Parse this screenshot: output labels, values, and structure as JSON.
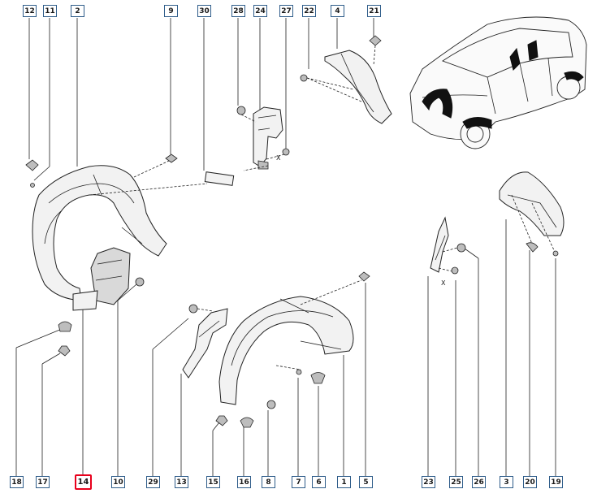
{
  "callouts_top": [
    {
      "id": "c12",
      "label": "12"
    },
    {
      "id": "c11",
      "label": "11"
    },
    {
      "id": "c2",
      "label": "2"
    },
    {
      "id": "c9",
      "label": "9"
    },
    {
      "id": "c30",
      "label": "30"
    },
    {
      "id": "c28",
      "label": "28"
    },
    {
      "id": "c24",
      "label": "24"
    },
    {
      "id": "c27",
      "label": "27"
    },
    {
      "id": "c22",
      "label": "22"
    },
    {
      "id": "c4",
      "label": "4"
    },
    {
      "id": "c21",
      "label": "21"
    }
  ],
  "callouts_bottom": [
    {
      "id": "c18",
      "label": "18"
    },
    {
      "id": "c17",
      "label": "17"
    },
    {
      "id": "c14",
      "label": "14"
    },
    {
      "id": "c10",
      "label": "10"
    },
    {
      "id": "c29",
      "label": "29"
    },
    {
      "id": "c13",
      "label": "13"
    },
    {
      "id": "c15",
      "label": "15"
    },
    {
      "id": "c16",
      "label": "16"
    },
    {
      "id": "c8",
      "label": "8"
    },
    {
      "id": "c7",
      "label": "7"
    },
    {
      "id": "c6",
      "label": "6"
    },
    {
      "id": "c1",
      "label": "1"
    },
    {
      "id": "c5",
      "label": "5"
    },
    {
      "id": "c23",
      "label": "23"
    },
    {
      "id": "c25",
      "label": "25"
    },
    {
      "id": "c26",
      "label": "26"
    },
    {
      "id": "c3",
      "label": "3"
    },
    {
      "id": "c20",
      "label": "20"
    },
    {
      "id": "c19",
      "label": "19"
    }
  ],
  "highlighted_callout": "14",
  "marks": {
    "x1": "X",
    "x2": "X"
  },
  "colors": {
    "callout_border": "#2f5d8a",
    "highlight_border": "#e8001c",
    "line": "#222222"
  }
}
